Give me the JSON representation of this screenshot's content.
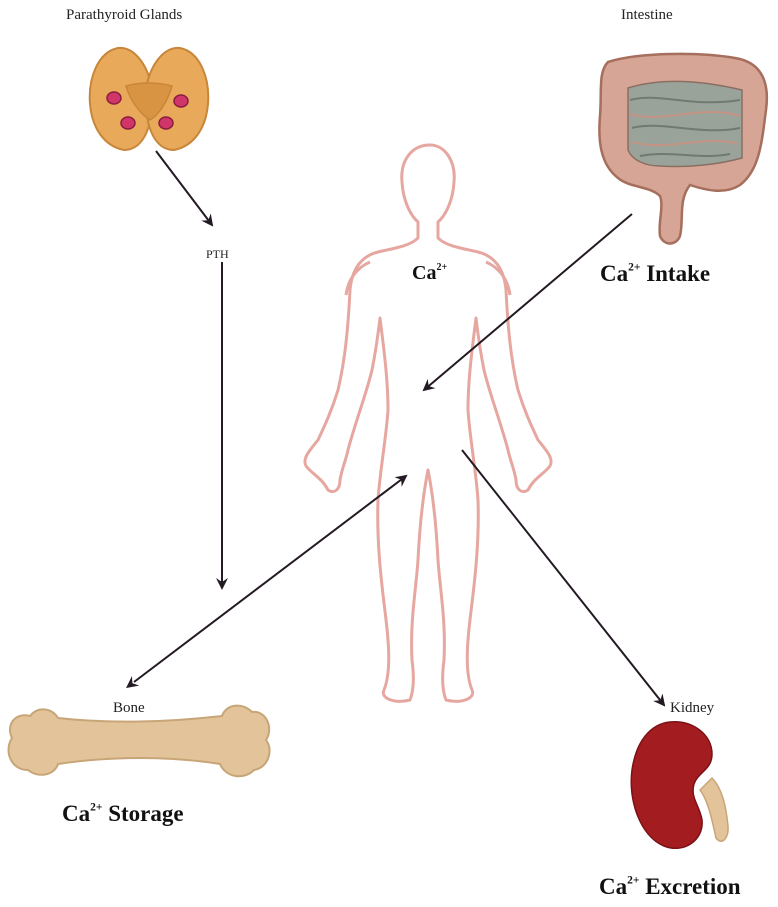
{
  "labels": {
    "parathyroid": "Parathyroid Glands",
    "intestine": "Intestine",
    "pth": "PTH",
    "bone": "Bone",
    "kidney": "Kidney"
  },
  "center_ion": {
    "base": "Ca",
    "charge": "2+"
  },
  "processes": {
    "intake": {
      "base": "Ca",
      "charge": "2+",
      "suffix": " Intake"
    },
    "storage": {
      "base": "Ca",
      "charge": "2+",
      "suffix": " Storage"
    },
    "excretion": {
      "base": "Ca",
      "charge": "2+",
      "suffix": " Excretion"
    }
  },
  "colors": {
    "arrow": "#231a24",
    "body_outline": "#e6a7a0",
    "gland": "#e8a95a",
    "gland_nodule": "#d0366a",
    "intestine": "#d6a595",
    "bone": "#e3c49a",
    "kidney": "#a31c20",
    "ureter": "#e3c49a"
  },
  "icons": [
    "parathyroid-gland-icon",
    "intestine-icon",
    "human-body-icon",
    "bone-icon",
    "kidney-icon"
  ]
}
